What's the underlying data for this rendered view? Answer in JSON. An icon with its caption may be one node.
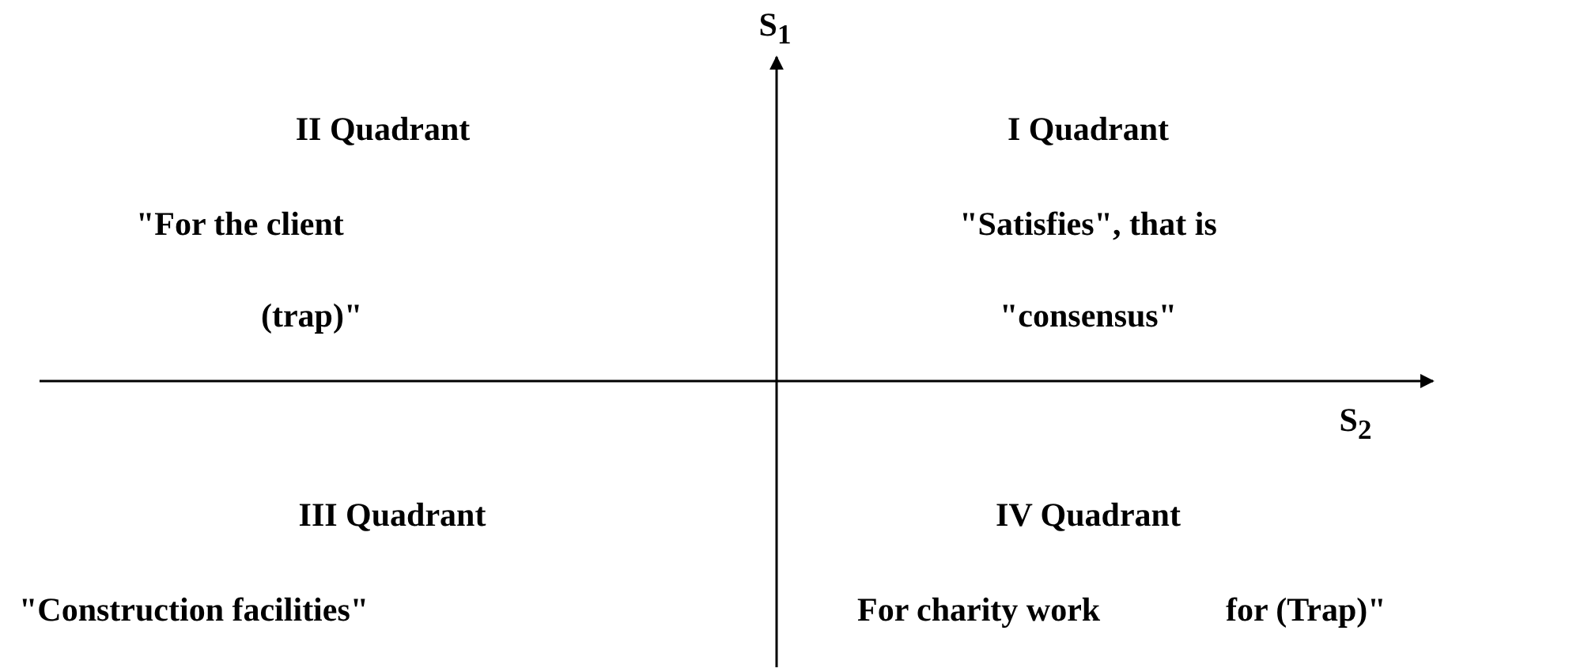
{
  "diagram": {
    "labels": [
      "S$_{1}$",
      "II Quadrant",
      "I Quadrant",
      "\"For the client",
      "\"Satisfies\", that is",
      "(trap)\"",
      "\"consensus\"",
      "S$_{2}$",
      "III Quadrant",
      "IV Quadrant",
      "\"Construction facilities\"",
      "For charity work",
      "for (Trap)\""
    ]
  }
}
